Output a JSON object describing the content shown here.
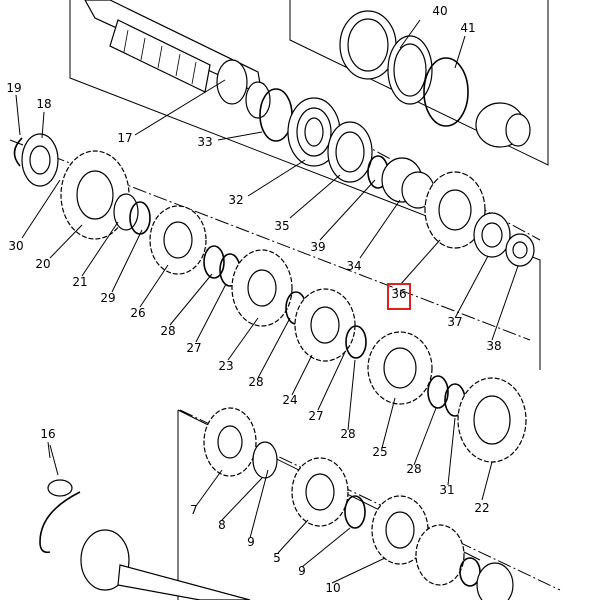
{
  "diagram": {
    "callouts": [
      "40",
      "41",
      "19",
      "18",
      "17",
      "33",
      "32",
      "35",
      "39",
      "34",
      "36",
      "30",
      "20",
      "21",
      "29",
      "26",
      "28",
      "27",
      "23",
      "28",
      "24",
      "27",
      "28",
      "25",
      "28",
      "31",
      "22",
      "37",
      "38",
      "16",
      "7",
      "8",
      "9",
      "5",
      "9",
      "10"
    ],
    "highlight": {
      "target": "36",
      "color": "#e0201f"
    }
  }
}
